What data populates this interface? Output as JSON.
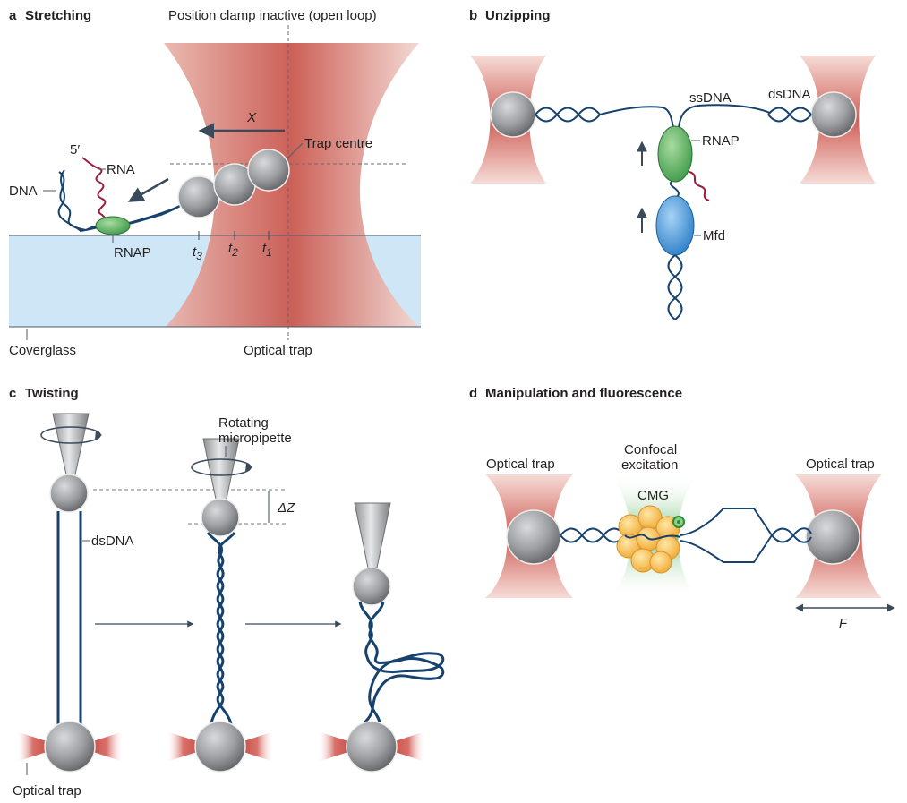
{
  "panels": {
    "a": {
      "letter": "a",
      "title": "Stretching",
      "header": "Position clamp inactive (open loop)",
      "force_symbol": "X",
      "label_5prime": "5′",
      "label_rna": "RNA",
      "label_dna": "DNA",
      "label_rnap": "RNAP",
      "label_trap_centre": "Trap centre",
      "time_labels": [
        "t",
        "t",
        "t"
      ],
      "time_subscripts": [
        "3",
        "2",
        "1"
      ],
      "label_coverglass": "Coverglass",
      "label_optical_trap": "Optical trap"
    },
    "b": {
      "letter": "b",
      "title": "Unzipping",
      "label_ssdna": "ssDNA",
      "label_dsdna": "dsDNA",
      "label_rnap": "RNAP",
      "label_mfd": "Mfd"
    },
    "c": {
      "letter": "c",
      "title": "Twisting",
      "label_rotating_1": "Rotating",
      "label_rotating_2": "micropipette",
      "label_delta_z": "ΔZ",
      "label_dsdna": "dsDNA",
      "label_optical_trap": "Optical trap"
    },
    "d": {
      "letter": "d",
      "title": "Manipulation and fluorescence",
      "label_trap_left": "Optical trap",
      "label_trap_right": "Optical trap",
      "label_confocal_1": "Confocal",
      "label_confocal_2": "excitation",
      "label_cmg": "CMG",
      "label_force": "F"
    }
  },
  "colors": {
    "dna": "#17426e",
    "rna": "#9b1c3c",
    "trap": "#c9534b",
    "bead": "#8e9093",
    "rnap": "#5aa85a",
    "mfd": "#3a8ed8",
    "cmg": "#f2b847",
    "confocal": "#5fb465",
    "coverglass": "#cfe6f7",
    "arrow": "#3a4a5a"
  }
}
